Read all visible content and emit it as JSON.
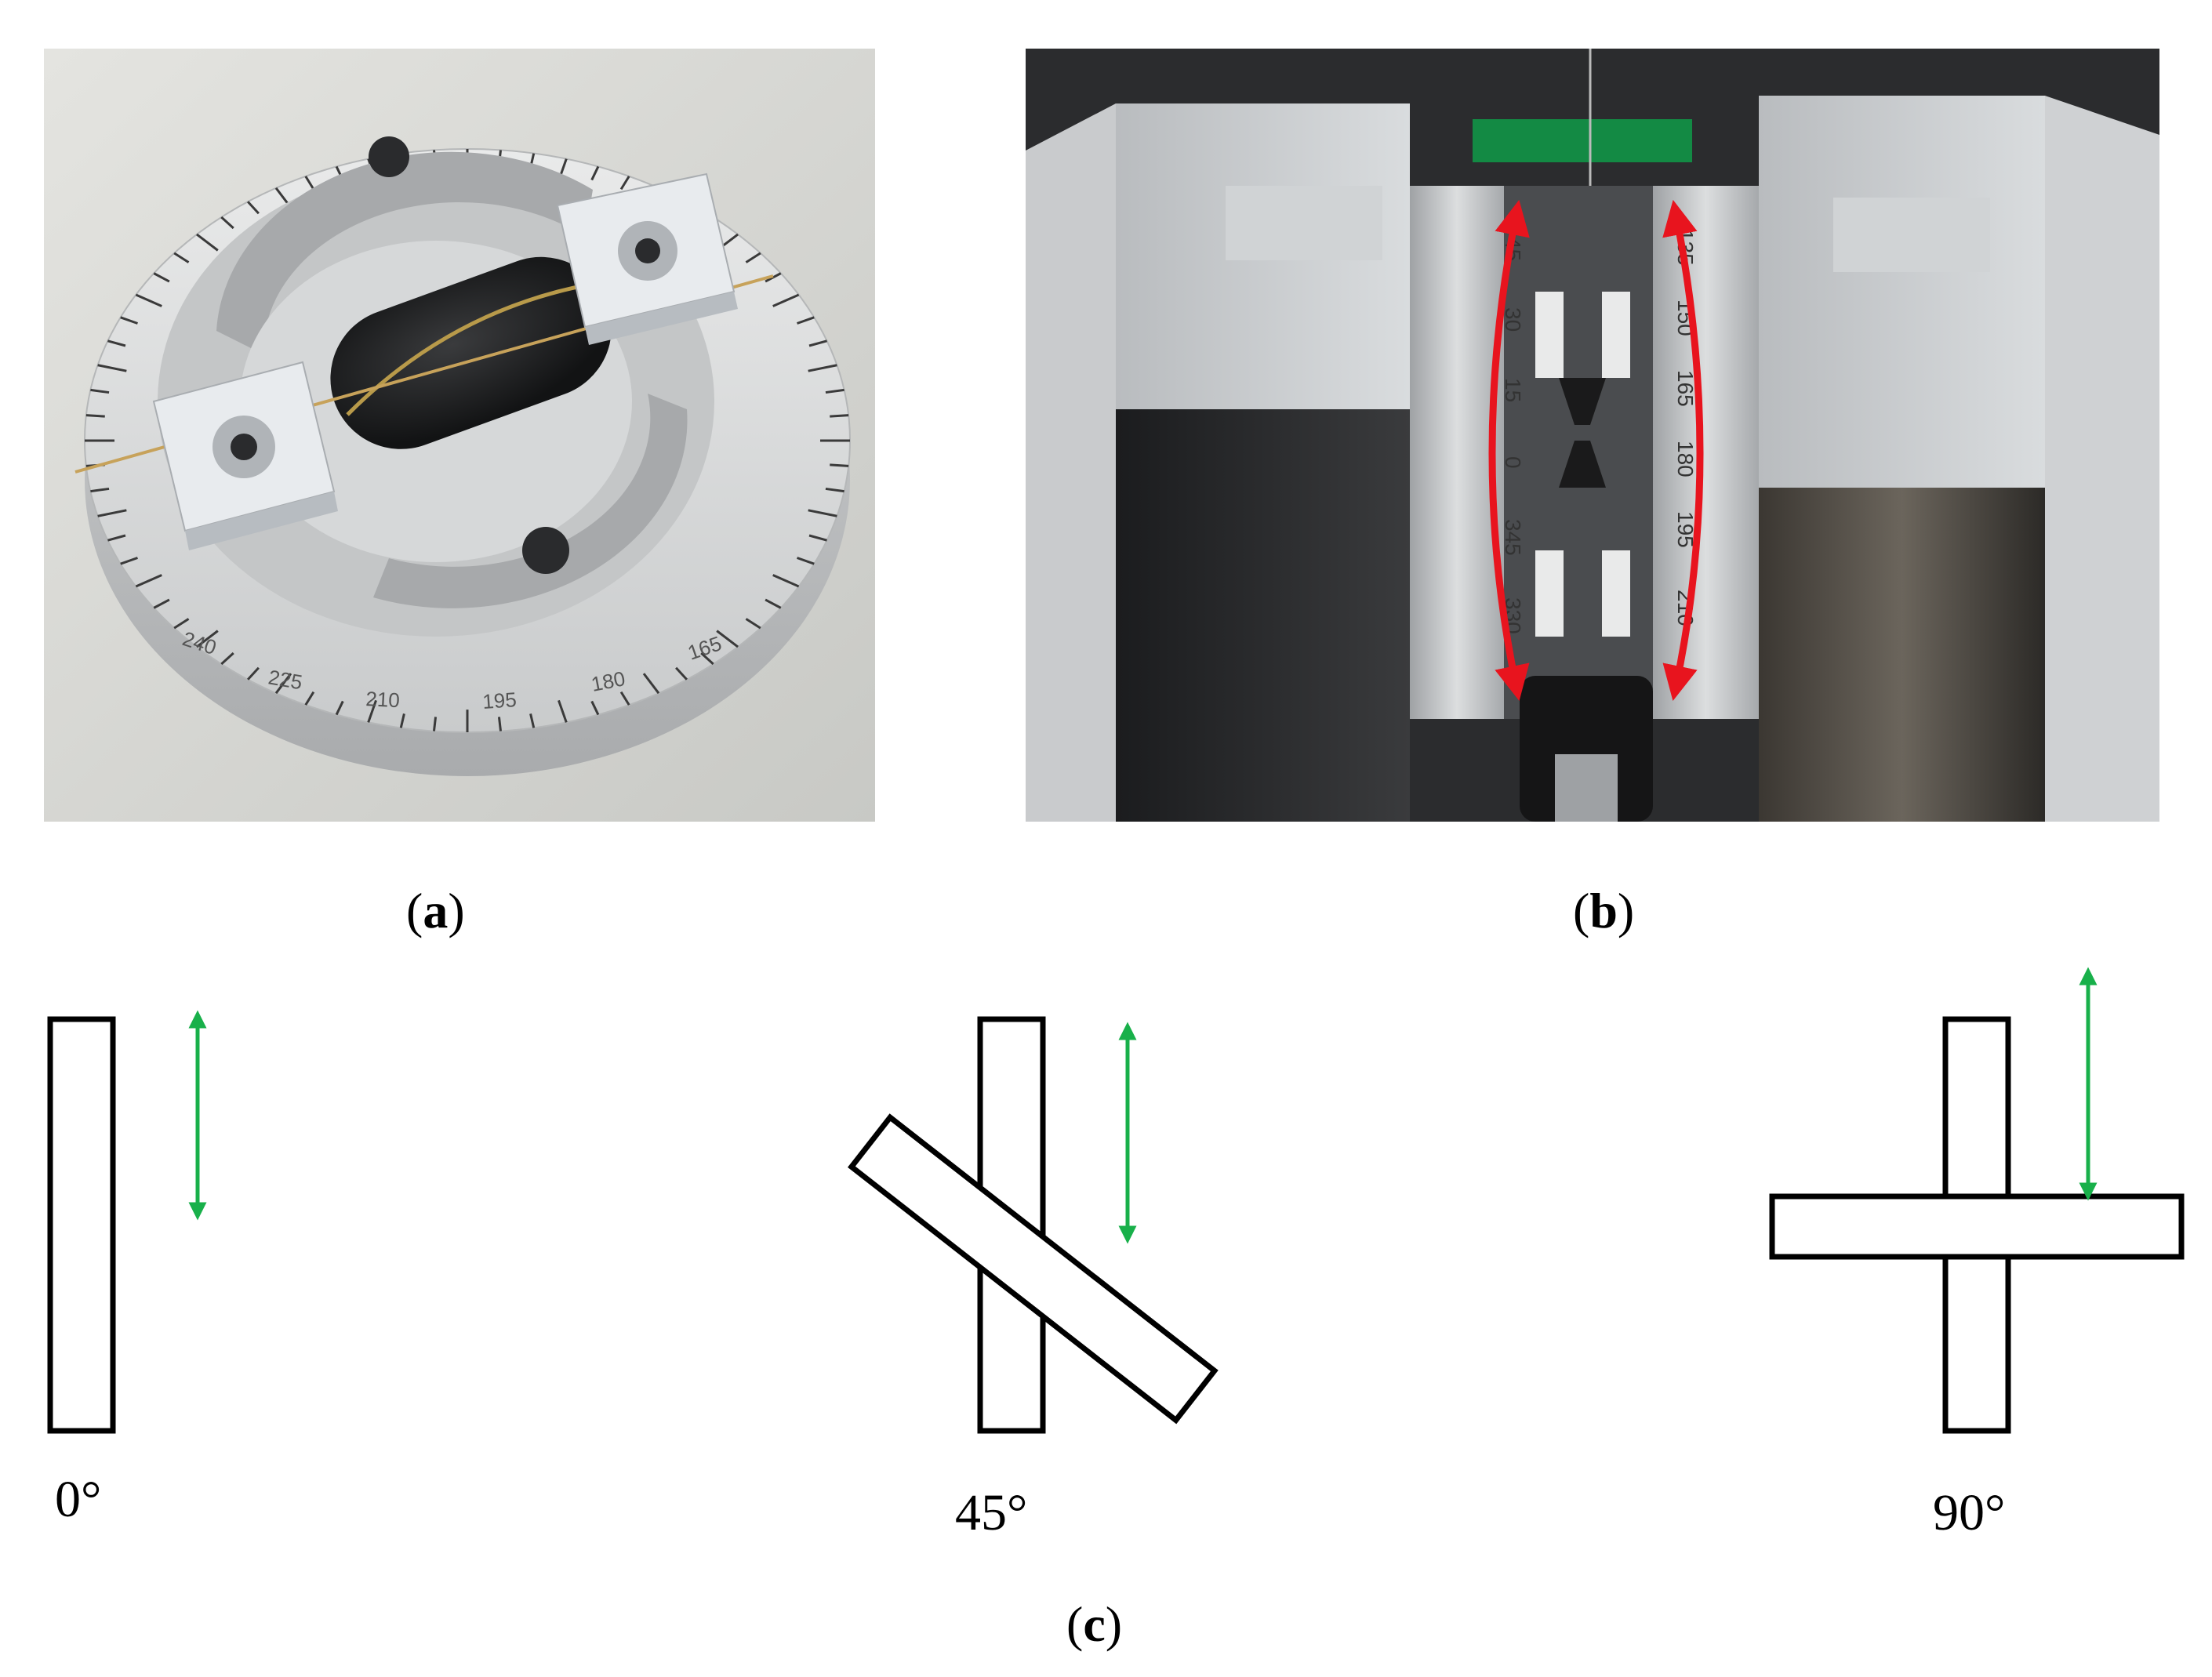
{
  "panels": [
    {
      "id": "a",
      "label": "a"
    },
    {
      "id": "b",
      "label": "b"
    },
    {
      "id": "c",
      "label": "c"
    }
  ],
  "photo_a": {
    "dial_numbers": [
      "240",
      "225",
      "210",
      "195",
      "180",
      "165"
    ]
  },
  "photo_b": {
    "left_scale": [
      "45",
      "30",
      "15",
      "0",
      "345",
      "330"
    ],
    "right_scale": [
      "135",
      "150",
      "165",
      "180",
      "195",
      "210"
    ],
    "arrow_color": "#e8141e"
  },
  "orientations": [
    {
      "angle_label": "0°",
      "angle_deg": 0
    },
    {
      "angle_label": "45°",
      "angle_deg": 45
    },
    {
      "angle_label": "90°",
      "angle_deg": 90
    }
  ],
  "colors": {
    "field_arrow": "#18b04a",
    "sample_outline": "#000000"
  },
  "icons": [
    "double-headed-arrow-icon"
  ]
}
